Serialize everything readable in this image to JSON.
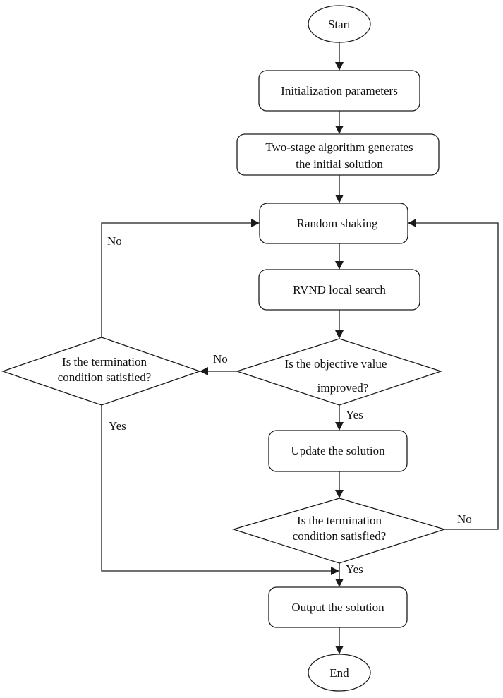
{
  "nodes": {
    "start": "Start",
    "init": "Initialization parameters",
    "two_stage_line1": "Two-stage algorithm generates",
    "two_stage_line2": "the initial solution",
    "shaking": "Random shaking",
    "rvnd": "RVND local search",
    "objective_line1": "Is the objective value",
    "objective_line2": "improved?",
    "update": "Update the solution",
    "term_right_line1": "Is the termination",
    "term_right_line2": "condition satisfied?",
    "term_left_line1": "Is the termination",
    "term_left_line2": "condition satisfied?",
    "output": "Output the solution",
    "end": "End"
  },
  "edges": {
    "objective_no": "No",
    "objective_yes": "Yes",
    "term_left_no": "No",
    "term_left_yes": "Yes",
    "term_right_no": "No",
    "term_right_yes": "Yes"
  }
}
